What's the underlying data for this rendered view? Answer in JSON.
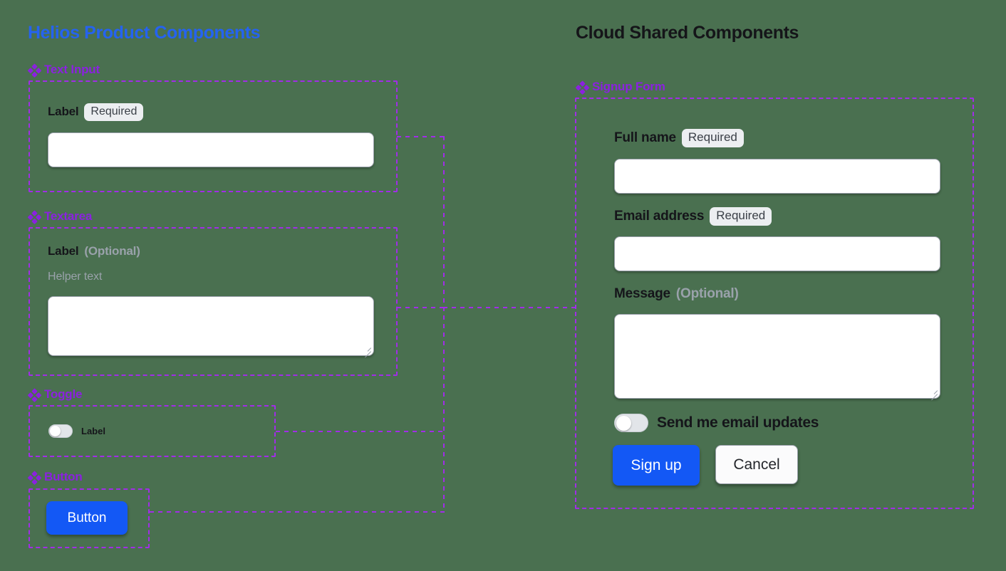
{
  "columns": {
    "left": {
      "title": "Helios Product Components"
    },
    "right": {
      "title": "Cloud Shared Components"
    }
  },
  "left_sections": [
    {
      "heading": "Text Input",
      "icon": "components-diamond-icon"
    },
    {
      "heading": "Textarea",
      "icon": "components-diamond-icon"
    },
    {
      "heading": "Toggle",
      "icon": "components-diamond-icon"
    },
    {
      "heading": "Button",
      "icon": "components-diamond-icon"
    }
  ],
  "text_input": {
    "label": "Label",
    "badge": "Required",
    "value": "",
    "placeholder": ""
  },
  "textarea": {
    "label": "Label",
    "optional": "(Optional)",
    "helper": "Helper text",
    "value": "",
    "placeholder": "",
    "resize_handle": "resize-grip-icon"
  },
  "toggle": {
    "label": "Label",
    "state": "off"
  },
  "button": {
    "label": "Button"
  },
  "right_sections": [
    {
      "heading": "Signup Form",
      "icon": "components-diamond-icon"
    }
  ],
  "signup_form": {
    "full_name": {
      "label": "Full name",
      "badge": "Required",
      "value": "",
      "placeholder": ""
    },
    "email": {
      "label": "Email address",
      "badge": "Required",
      "value": "",
      "placeholder": ""
    },
    "message": {
      "label": "Message",
      "optional": "(Optional)",
      "value": "",
      "placeholder": "",
      "resize_handle": "resize-grip-icon"
    },
    "email_updates_toggle": {
      "label": "Send me email updates",
      "state": "off"
    },
    "submit_label": "Sign up",
    "cancel_label": "Cancel"
  },
  "colors": {
    "background": "#4a7050",
    "left_title": "#2563f0",
    "right_title": "#151519",
    "section_heading": "#8b21e0",
    "frame_dashed": "#a22ce8",
    "primary_button": "#1358f5",
    "badge_bg": "#eceef1",
    "muted_text": "#9aa2ab",
    "field_border": "#9aa0ab"
  }
}
